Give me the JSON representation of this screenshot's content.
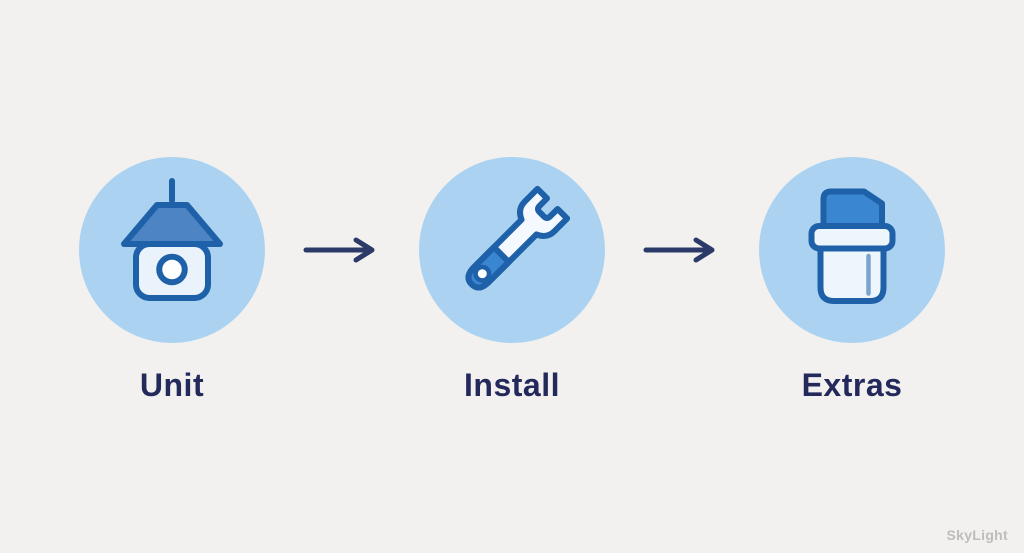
{
  "page": {
    "background": "#f2f1ef",
    "watermark": "SkyLight"
  },
  "diagram": {
    "type": "flow",
    "direction": "left-to-right",
    "connector": "arrow-right",
    "steps": [
      {
        "label": "Unit",
        "icon": "house-unit-icon"
      },
      {
        "label": "Install",
        "icon": "wrench-install-icon"
      },
      {
        "label": "Extras",
        "icon": "container-extras-icon"
      }
    ],
    "colors": {
      "circle_fill": "#abd3f1",
      "icon_stroke": "#1e61a8",
      "icon_fill_medium": "#3b86d1",
      "icon_fill_roof": "#4d84c4",
      "icon_fill_light": "#eaf3fc",
      "label_text": "#23295a",
      "arrow": "#2b3a68"
    }
  }
}
